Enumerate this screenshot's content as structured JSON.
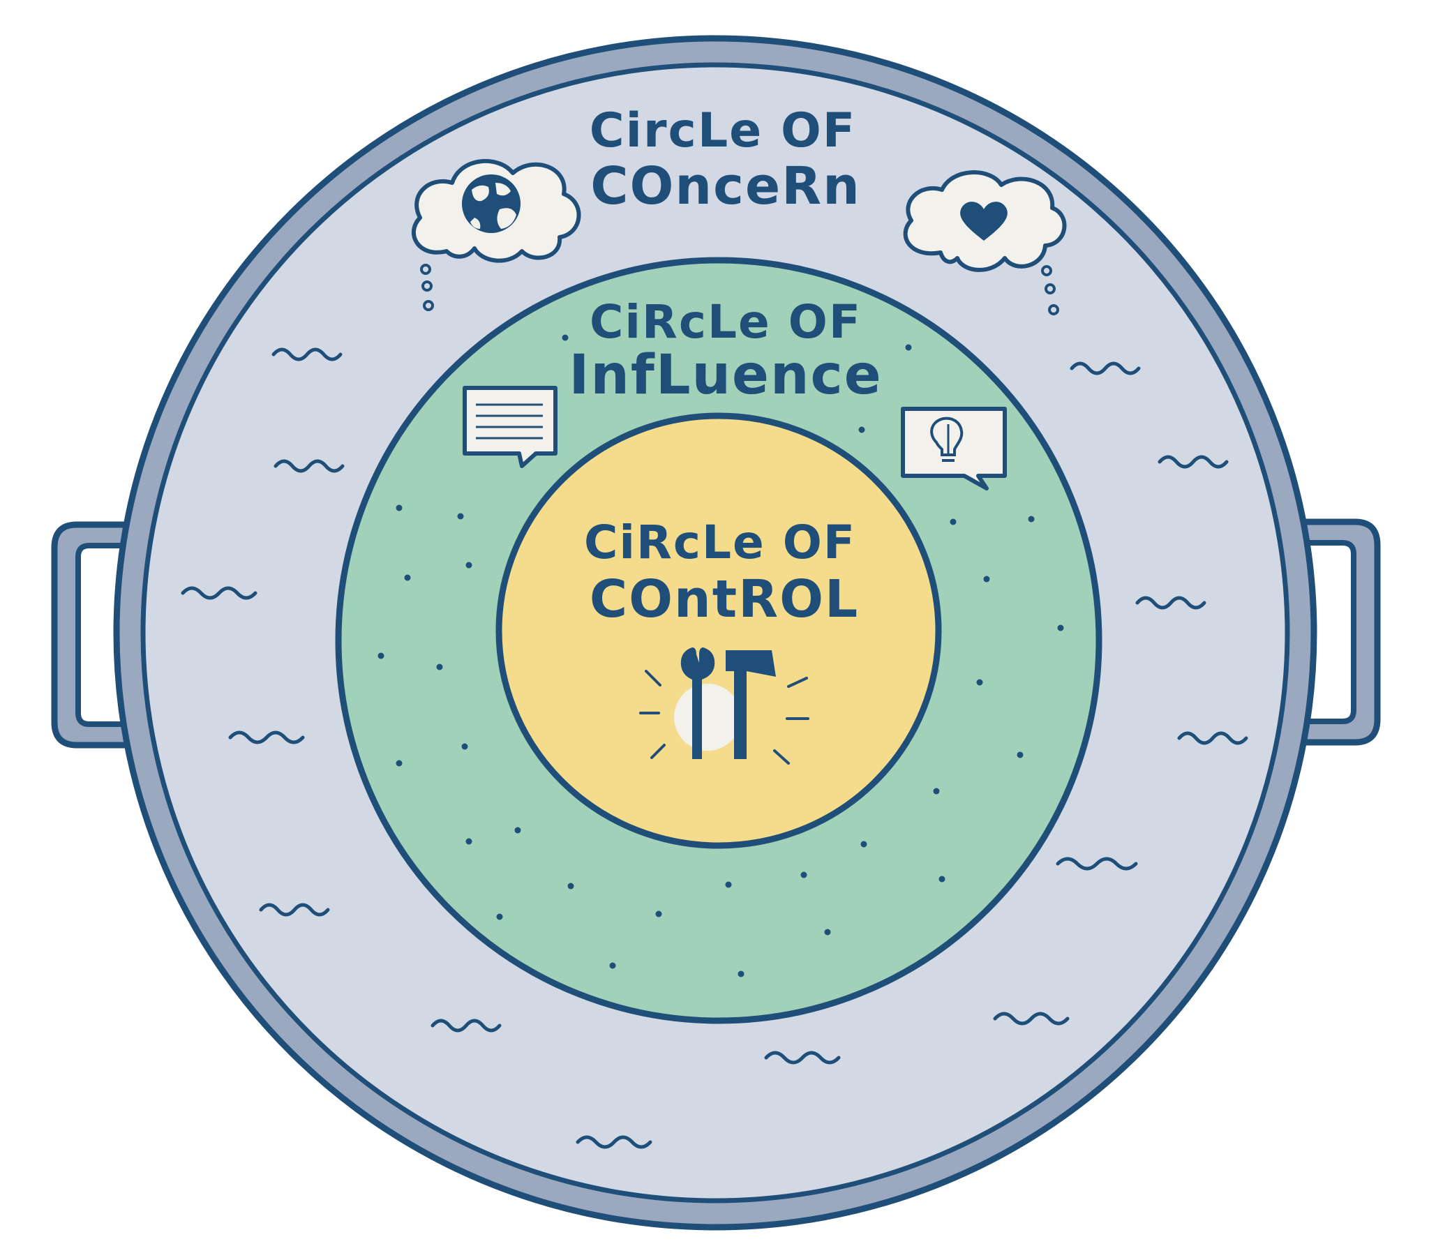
{
  "diagram": {
    "outer": {
      "line1": "CircLe OF",
      "line2": "COnceRn"
    },
    "middle": {
      "line1": "CiRcLe OF",
      "line2": "InfLuence"
    },
    "inner": {
      "line1": "CiRcLe OF",
      "line2": "COntROL"
    }
  },
  "icons": {
    "outer_left": "globe-thought-cloud-icon",
    "outer_right": "heart-thought-cloud-icon",
    "middle_left": "speech-bubble-lines-icon",
    "middle_right": "lightbulb-speech-bubble-icon",
    "inner": "wrench-hammer-tools-icon"
  },
  "colors": {
    "ink": "#1f4e79",
    "pot_rim": "#9ba9c0",
    "concern_fill": "#d3d9e4",
    "influence_fill": "#a1d1b9",
    "control_fill": "#f5dc8d",
    "cloud_fill": "#f2f1ec"
  }
}
